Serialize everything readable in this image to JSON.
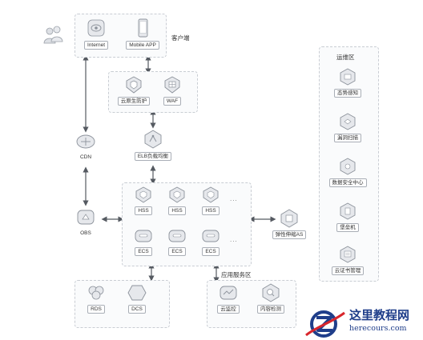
{
  "client_zone": {
    "label": "客户端",
    "internet": "Internet",
    "mobile_app": "Mobile APP"
  },
  "edge_zone": {
    "cloud_protection": "云原生防护",
    "waf": "WAF"
  },
  "elb": "ELB负载均衡",
  "cdn": "CDN",
  "obs": "OBS",
  "compute_zone": {
    "hss_1": "HSS",
    "hss_2": "HSS",
    "hss_3": "HSS",
    "ecs_1": "ECS",
    "ecs_2": "ECS",
    "ecs_3": "ECS",
    "ellipsis": "..."
  },
  "auto_scaling": "弹性伸缩AS",
  "data_zone": {
    "rds": "RDS",
    "dcs": "DCS"
  },
  "app_service_zone": {
    "label": "应用服务区",
    "cloud_monitor": "云监控",
    "content_detection": "内容检测"
  },
  "ops_zone": {
    "label": "运维区",
    "items": [
      "态势感知",
      "漏洞扫描",
      "数据安全中心",
      "堡垒机",
      "云证书管理"
    ]
  },
  "watermark": {
    "title": "这里教程网",
    "url": "herecours.com"
  },
  "colors": {
    "icon_fill": "#e6e8ec",
    "icon_stroke": "#8c929b",
    "arrow": "#555a61",
    "brand": "#1f3e8a",
    "brand_accent": "#d9262c"
  }
}
